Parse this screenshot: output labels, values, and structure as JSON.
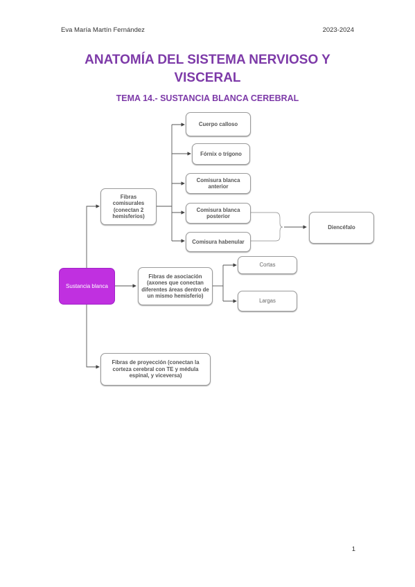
{
  "header": {
    "author": "Eva María Martín Fernández",
    "year": "2023-2024"
  },
  "title": "ANATOMÍA DEL SISTEMA NERVIOSO Y VISCERAL",
  "subtitle": "TEMA 14.- SUSTANCIA BLANCA CEREBRAL",
  "diagram": {
    "root": "Sustancia blanca",
    "commissural": "Fibras comisurales (conectan 2 hemisferios)",
    "corpus": "Cuerpo calloso",
    "fornix": "Fórnix o trígono",
    "ant_commissure": "Comisura blanca anterior",
    "post_commissure": "Comisura blanca posterior",
    "habenular": "Comisura habenular",
    "diencephalon": "Diencéfalo",
    "association": "Fibras de asociación (axones que conectan diferentes áreas dentro de un mismo hemisferio)",
    "short": "Cortas",
    "long": "Largas",
    "projection": "Fibras de proyección (conectan la corteza cerebral con TE y médula espinal, y viceversa)"
  },
  "colors": {
    "title": "#7d3aa8",
    "root_fill": "#c030e0"
  },
  "page_number": "1"
}
